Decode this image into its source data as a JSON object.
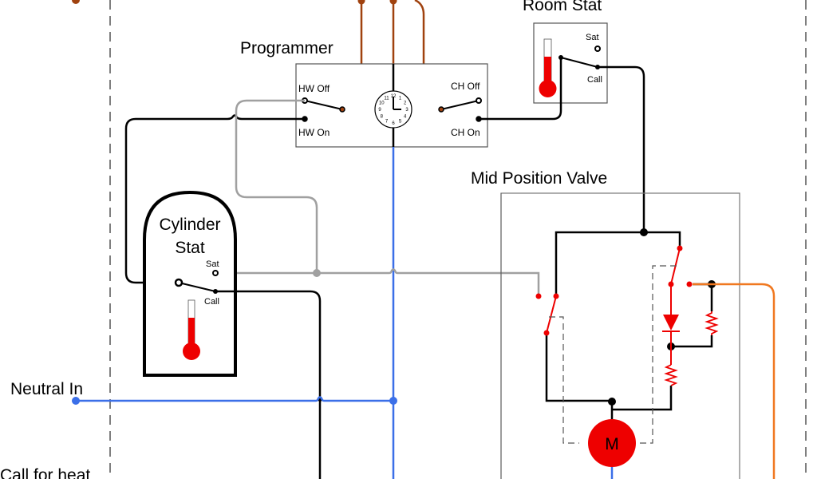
{
  "diagram": {
    "type": "wiring-schematic",
    "colors": {
      "live": "#a0420f",
      "neutral": "#3b6fe8",
      "switched": "#000000",
      "grey_wire": "#a0a0a0",
      "orange_wire": "#f07820",
      "component_red": "#ee0000",
      "box_border": "#555555",
      "boundary": "#555555"
    },
    "labels": {
      "programmer": "Programmer",
      "room_stat": "Room Stat",
      "cylinder_stat_line1": "Cylinder",
      "cylinder_stat_line2": "Stat",
      "mid_position_valve": "Mid Position Valve",
      "neutral_in": "Neutral In",
      "call_for_heat": "Call for heat"
    },
    "programmer": {
      "hw_off": "HW Off",
      "hw_on": "HW On",
      "ch_off": "CH Off",
      "ch_on": "CH On",
      "clock_numbers": [
        "12",
        "1",
        "2",
        "3",
        "4",
        "5",
        "6",
        "7",
        "8",
        "9",
        "10",
        "11"
      ]
    },
    "room_stat": {
      "sat": "Sat",
      "call": "Call"
    },
    "cylinder_stat": {
      "sat": "Sat",
      "call": "Call"
    },
    "motor": {
      "label": "M"
    }
  }
}
